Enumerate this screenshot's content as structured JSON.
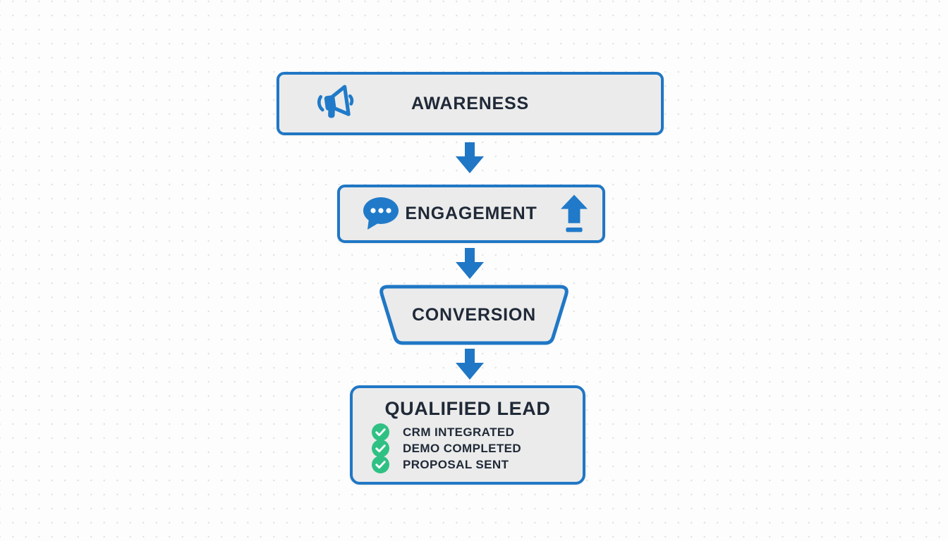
{
  "palette": {
    "accent_blue": "#2077c5",
    "icon_blue": "#207ac9",
    "box_fill": "#ebebeb",
    "text_dark": "#1f2937",
    "success_green": "#2fc184",
    "background": "#fdfdfd",
    "dot_grid": "#e3e3e3"
  },
  "funnel": {
    "awareness": {
      "label": "AWARENESS",
      "icon": "megaphone-icon"
    },
    "engagement": {
      "label": "ENGAGEMENT",
      "icon_left": "chat-dots-icon",
      "icon_right": "upload-icon"
    },
    "conversion": {
      "label": "CONVERSION",
      "shape": "inverted-trapezoid"
    },
    "qualified_lead": {
      "title": "QUALIFIED LEAD",
      "item_icon": "check-icon",
      "items": [
        "CRM INTEGRATED",
        "DEMO COMPLETED",
        "PROPOSAL SENT"
      ]
    },
    "connector_icon": "down-arrow-icon"
  }
}
